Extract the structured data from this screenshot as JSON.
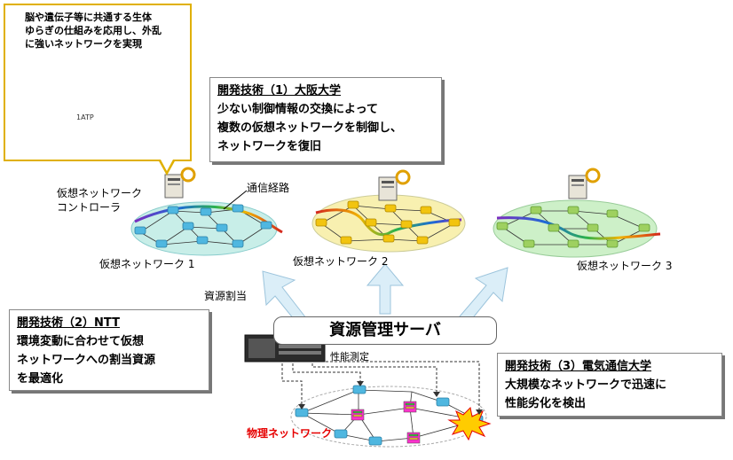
{
  "bio_callout": {
    "lines": [
      "脳や遺伝子等に共通する生体",
      "ゆらぎの仕組みを応用し、外乱",
      "に強いネットワークを実現"
    ],
    "atp_label": "1ATP"
  },
  "tech1": {
    "heading": "開発技術（1）大阪大学",
    "lines": [
      "少ない制御情報の交換によって",
      "複数の仮想ネットワークを制御し、",
      "ネットワークを復旧"
    ]
  },
  "tech2": {
    "heading": "開発技術（2）NTT",
    "lines": [
      "環境変動に合わせて仮想",
      "ネットワークへの割当資源",
      "を最適化"
    ]
  },
  "tech3": {
    "heading": "開発技術（3）電気通信大学",
    "lines": [
      "大規模なネットワークで迅速に",
      "性能劣化を検出"
    ]
  },
  "labels": {
    "controller_line1": "仮想ネットワーク",
    "controller_line2": "コントローラ",
    "comm_path": "通信経路",
    "vnet1": "仮想ネットワーク 1",
    "vnet2": "仮想ネットワーク 2",
    "vnet3": "仮想ネットワーク 3",
    "resource_alloc": "資源割当",
    "resource_server": "資源管理サーバ",
    "perf_measure": "性能測定",
    "physical_net": "物理ネットワーク"
  },
  "colors": {
    "callout_border": "#e0b000",
    "vnet1_fill": "#c8eee8",
    "vnet2_fill": "#f8f0b0",
    "vnet3_fill": "#cdf0c8",
    "vnet1_node": "#4fb7e0",
    "vnet2_node": "#f2c40f",
    "vnet3_node": "#9ed060",
    "arrow_fill": "#dbeef8",
    "physical_label": "#e60000",
    "fault_burst": "#ffcc00"
  }
}
